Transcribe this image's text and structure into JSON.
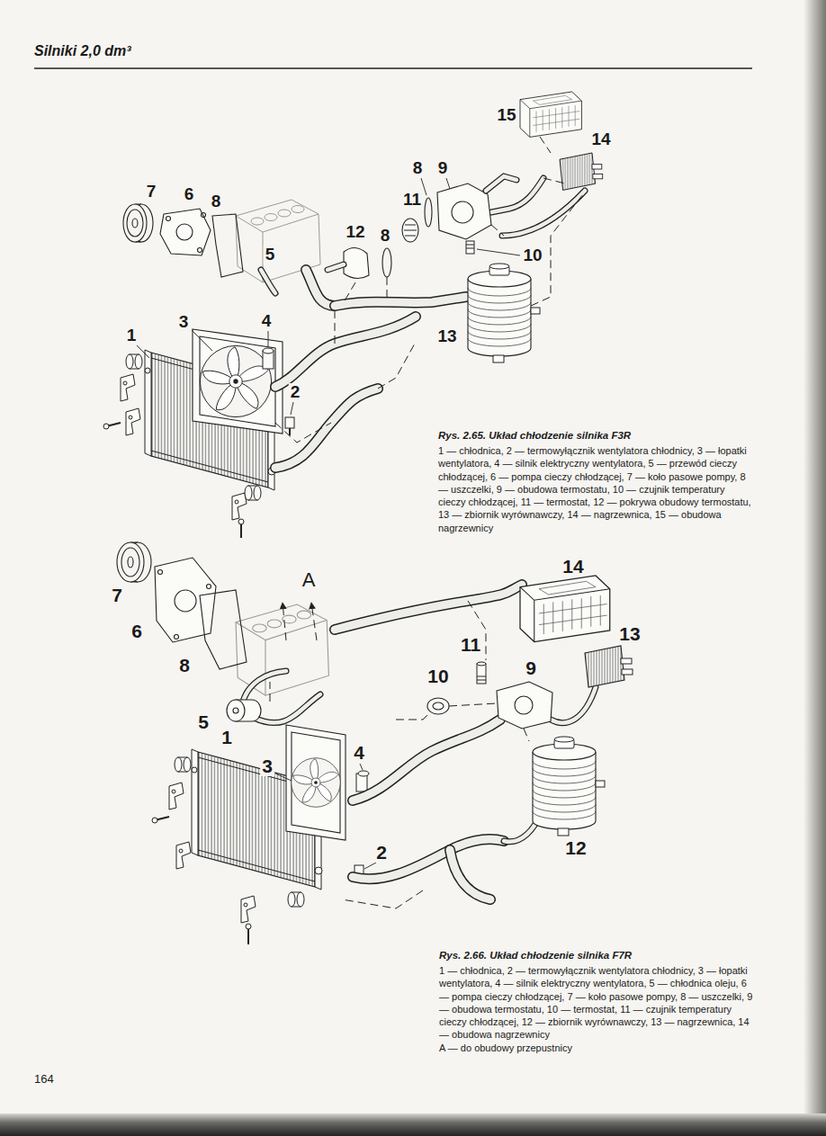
{
  "diagram": {
    "title": "Silniki 2,0 dm³",
    "labels": [
      "15",
      "14",
      "8",
      "9",
      "7",
      "6",
      "8",
      "11",
      "12",
      "8",
      "5",
      "10",
      "4",
      "3",
      "1",
      "13",
      "2",
      "Rys. 2.65. Układ chłodzenie silnika F3R",
      "1 — chłodnica, 2 — termowyłącznik wentylatora chłodnicy, 3 — łopatki wentylatora, 4 — silnik elektryczny wentylatora, 5 — przewód cieczy chłodzącej, 6 — pompa cieczy chłodzącej, 7 — koło pasowe pompy, 8 — uszczelki, 9 — obudowa termostatu, 10 — czujnik temperatury cieczy chłodzącej, 11 — termostat, 12 — pokrywa obudowy termostatu, 13 — zbiornik wyrównawczy, 14 — nagrzewnica, 15 — obudowa nagrzewnicy",
      "14",
      "A",
      "7",
      "6",
      "13",
      "11",
      "8",
      "9",
      "10",
      "5",
      "1",
      "4",
      "3",
      "12",
      "2",
      "Rys. 2.66. Układ chłodzenie silnika F7R",
      "1 — chłodnica, 2 — termowyłącznik wentylatora chłodnicy, 3 — łopatki wentylatora, 4 — silnik elektryczny wentylatora, 5 — chłodnica oleju, 6 — pompa cieczy chłodzącej, 7 — koło pasowe pompy, 8 — uszczelki, 9 — obudowa termostatu, 10 — termostat, 11 — czujnik temperatury cieczy chłodzącej, 12 — zbiornik wyrównawczy, 13 — nagrzewnica, 14 — obudowa nagrzewnicy",
      "A — do obudowy przepustnicy",
      "164"
    ]
  }
}
